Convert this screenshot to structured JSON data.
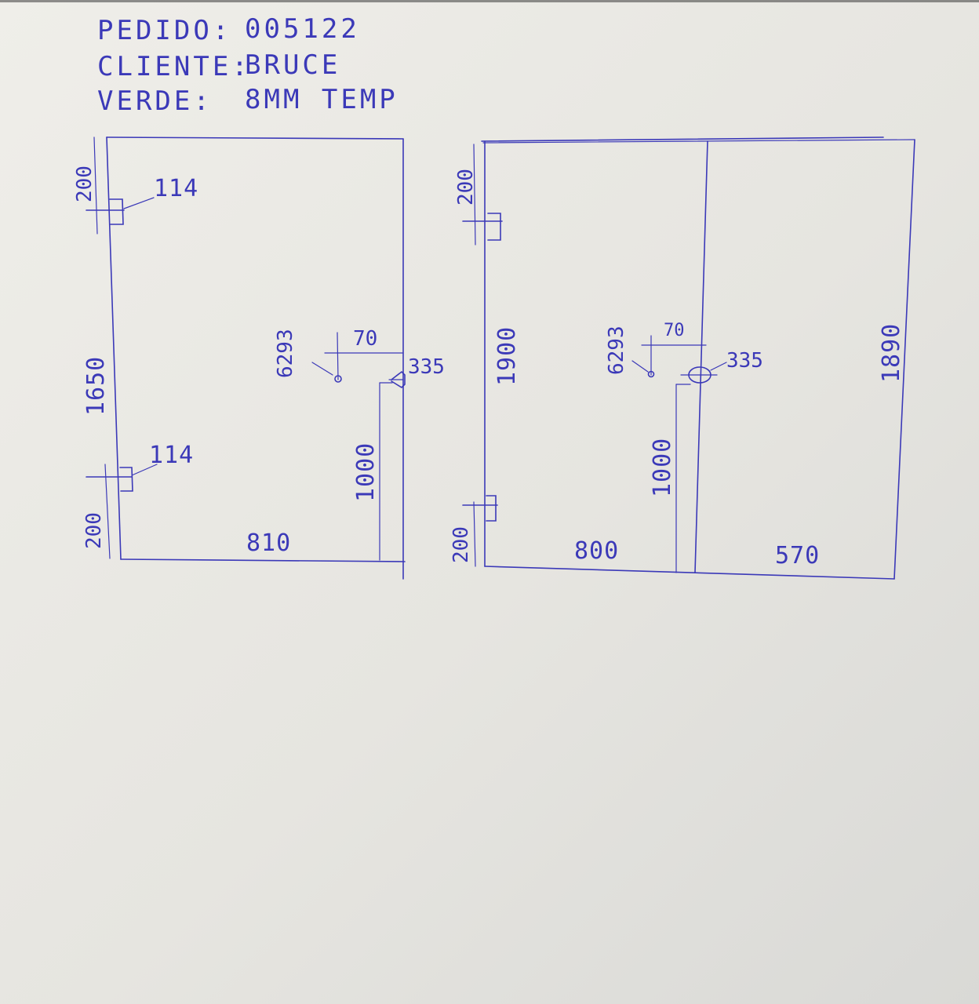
{
  "header": {
    "order_label": "PEDIDO:",
    "order_value": "005122",
    "client_label": "CLIENTE:",
    "client_value": "BRUCE",
    "glass_label": "VERDE:",
    "glass_value": "8MM TEMP"
  },
  "door_left": {
    "width": "810",
    "hinge_span": "1650",
    "hinge_top_offset": "200",
    "hinge_bottom_offset": "200",
    "hinge_top_code": "114",
    "hinge_bottom_code": "114",
    "lock_code": "335",
    "handle_code": "6293",
    "handle_offset": "70",
    "handle_height": "1000"
  },
  "door_right": {
    "left_width": "800",
    "right_width": "570",
    "left_height": "1900",
    "right_height": "1890",
    "hinge_top_offset": "200",
    "hinge_bottom_offset": "200",
    "lock_code": "335",
    "handle_code": "6293",
    "handle_offset": "70",
    "handle_height": "1000"
  }
}
